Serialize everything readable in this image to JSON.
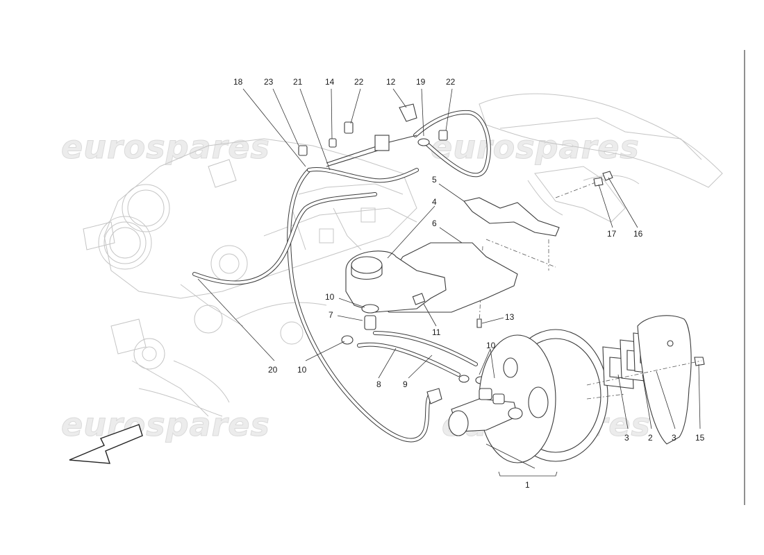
{
  "watermark": {
    "text": "eurospares"
  },
  "callouts": [
    {
      "id": "c18",
      "text": "18"
    },
    {
      "id": "c23",
      "text": "23"
    },
    {
      "id": "c21",
      "text": "21"
    },
    {
      "id": "c14",
      "text": "14"
    },
    {
      "id": "c22a",
      "text": "22"
    },
    {
      "id": "c12",
      "text": "12"
    },
    {
      "id": "c19",
      "text": "19"
    },
    {
      "id": "c22b",
      "text": "22"
    },
    {
      "id": "c5",
      "text": "5"
    },
    {
      "id": "c4",
      "text": "4"
    },
    {
      "id": "c6",
      "text": "6"
    },
    {
      "id": "c17",
      "text": "17"
    },
    {
      "id": "c16",
      "text": "16"
    },
    {
      "id": "c10a",
      "text": "10"
    },
    {
      "id": "c7",
      "text": "7"
    },
    {
      "id": "c11",
      "text": "11"
    },
    {
      "id": "c13",
      "text": "13"
    },
    {
      "id": "c10b",
      "text": "10"
    },
    {
      "id": "c10c",
      "text": "10"
    },
    {
      "id": "c20",
      "text": "20"
    },
    {
      "id": "c8",
      "text": "8"
    },
    {
      "id": "c9",
      "text": "9"
    },
    {
      "id": "c3a",
      "text": "3"
    },
    {
      "id": "c2",
      "text": "2"
    },
    {
      "id": "c3b",
      "text": "3"
    },
    {
      "id": "c15",
      "text": "15"
    },
    {
      "id": "c1",
      "text": "1"
    }
  ]
}
